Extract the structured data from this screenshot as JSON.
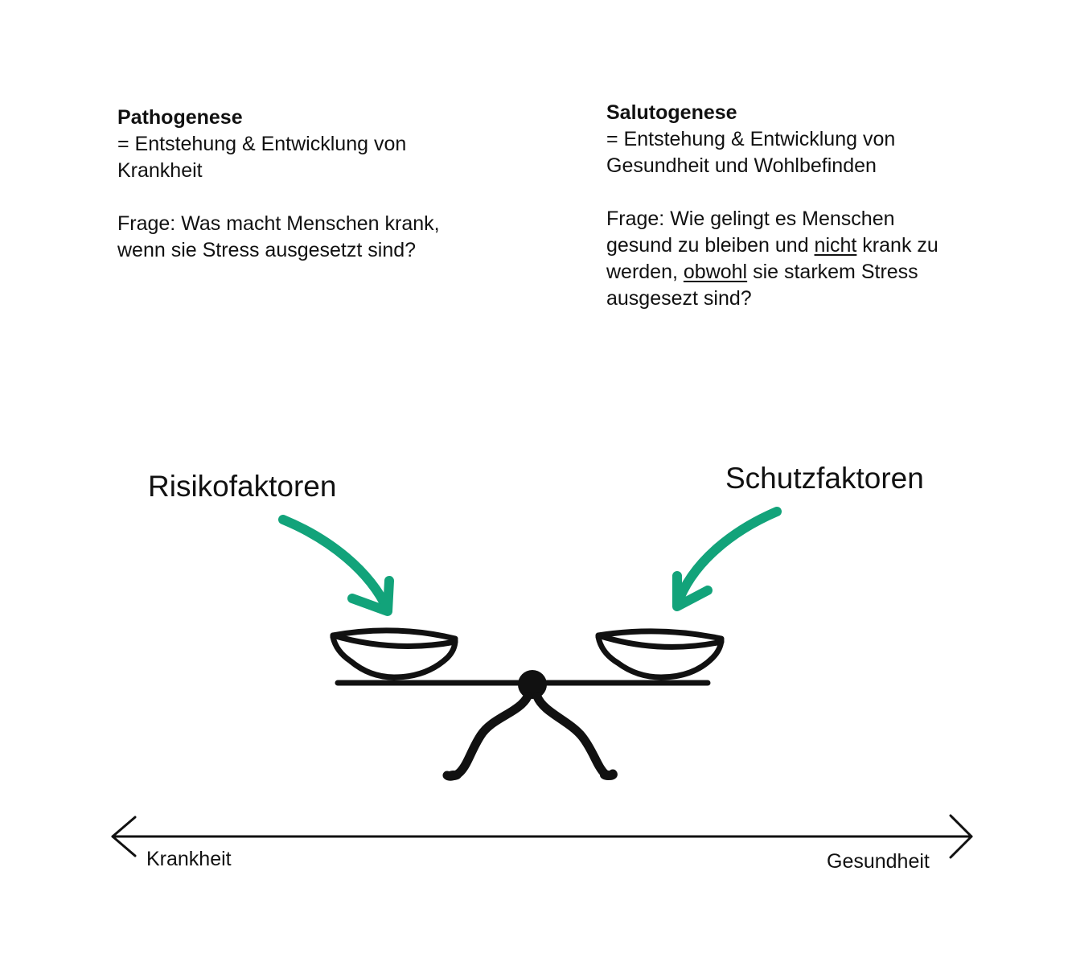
{
  "pathogenese": {
    "title": "Pathogenese",
    "definition_line1": "= Entstehung & Entwicklung von",
    "definition_line2": "Krankheit",
    "question_line1": "Frage: Was macht Menschen krank,",
    "question_line2": "wenn sie Stress ausgesetzt sind?"
  },
  "salutogenese": {
    "title": "Salutogenese",
    "definition_line1": "= Entstehung & Entwicklung von",
    "definition_line2": "Gesundheit und Wohlbefinden",
    "question_line1": "Frage: Wie gelingt es Menschen",
    "question_line2_pre": "gesund zu bleiben und ",
    "question_line2_underlined": "nicht",
    "question_line2_post": " krank zu",
    "question_line3_pre": "werden, ",
    "question_line3_underlined": "obwohl",
    "question_line3_post": " sie starkem Stress",
    "question_line4": "ausgesezt sind?"
  },
  "diagram": {
    "risk_label": "Risikofaktoren",
    "protect_label": "Schutzfaktoren",
    "axis_left_label": "Krankheit",
    "axis_right_label": "Gesundheit",
    "arrow_color": "#12a37a",
    "ink_color": "#111111"
  }
}
